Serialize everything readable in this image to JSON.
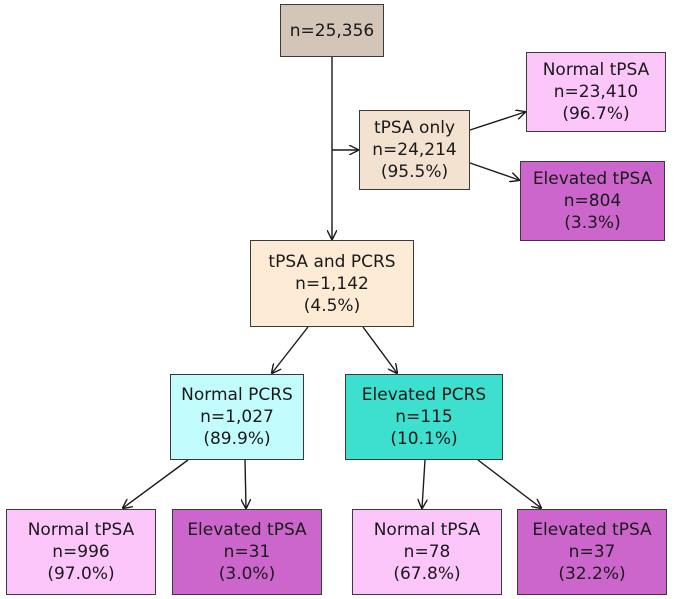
{
  "nodes": {
    "root": {
      "lines": [
        "n=25,356"
      ],
      "color": "#d3c6b8"
    },
    "tpsa_only": {
      "lines": [
        "tPSA only",
        "n=24,214",
        "(95.5%)"
      ],
      "color": "#f2e2cf"
    },
    "tpsa_only_normal": {
      "lines": [
        "Normal tPSA",
        "n=23,410",
        "(96.7%)"
      ],
      "color": "#fcc6fb"
    },
    "tpsa_only_elevated": {
      "lines": [
        "Elevated tPSA",
        "n=804",
        "(3.3%)"
      ],
      "color": "#cc66cc"
    },
    "tpsa_pcrs": {
      "lines": [
        "tPSA and PCRS",
        "n=1,142",
        "(4.5%)"
      ],
      "color": "#fdebd6"
    },
    "normal_pcrs": {
      "lines": [
        "Normal PCRS",
        "n=1,027",
        "(89.9%)"
      ],
      "color": "#c2fcfc"
    },
    "elevated_pcrs": {
      "lines": [
        "Elevated PCRS",
        "n=115",
        "(10.1%)"
      ],
      "color": "#3ddfcf"
    },
    "np_normal_tpsa": {
      "lines": [
        "Normal tPSA",
        "n=996",
        "(97.0%)"
      ],
      "color": "#fcc6fb"
    },
    "np_elevated_tpsa": {
      "lines": [
        "Elevated tPSA",
        "n=31",
        "(3.0%)"
      ],
      "color": "#cc66cc"
    },
    "ep_normal_tpsa": {
      "lines": [
        "Normal tPSA",
        "n=78",
        "(67.8%)"
      ],
      "color": "#fcc6fb"
    },
    "ep_elevated_tpsa": {
      "lines": [
        "Elevated tPSA",
        "n=37",
        "(32.2%)"
      ],
      "color": "#cc66cc"
    }
  }
}
